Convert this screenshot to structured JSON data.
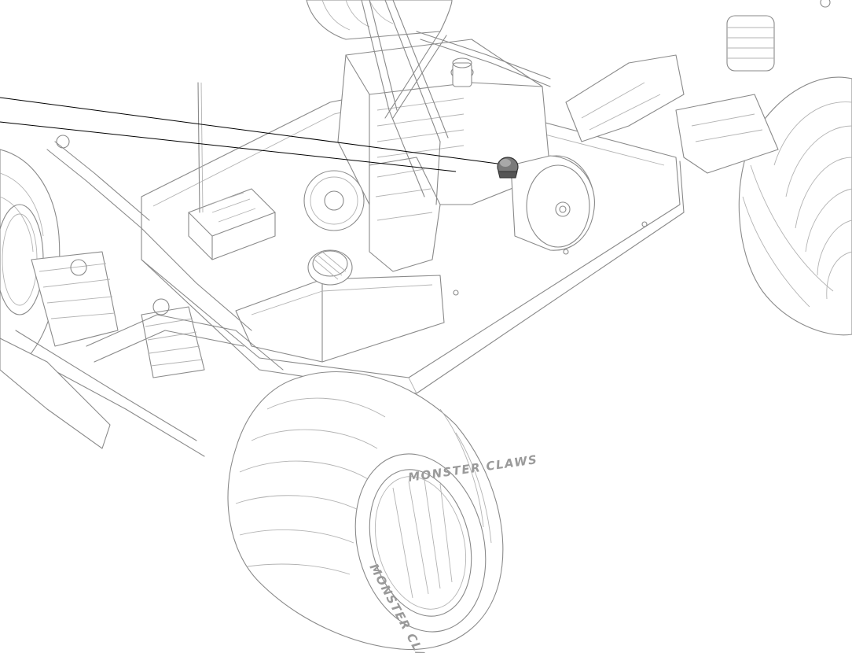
{
  "tire_brand_text": "MONSTER CLAWS",
  "callouts": [
    {
      "target": "air-filter-cap"
    },
    {
      "target": "carburetor-area"
    }
  ],
  "colors": {
    "line": "#8a8a8a",
    "leader": "#000000",
    "highlight": "#555555"
  }
}
